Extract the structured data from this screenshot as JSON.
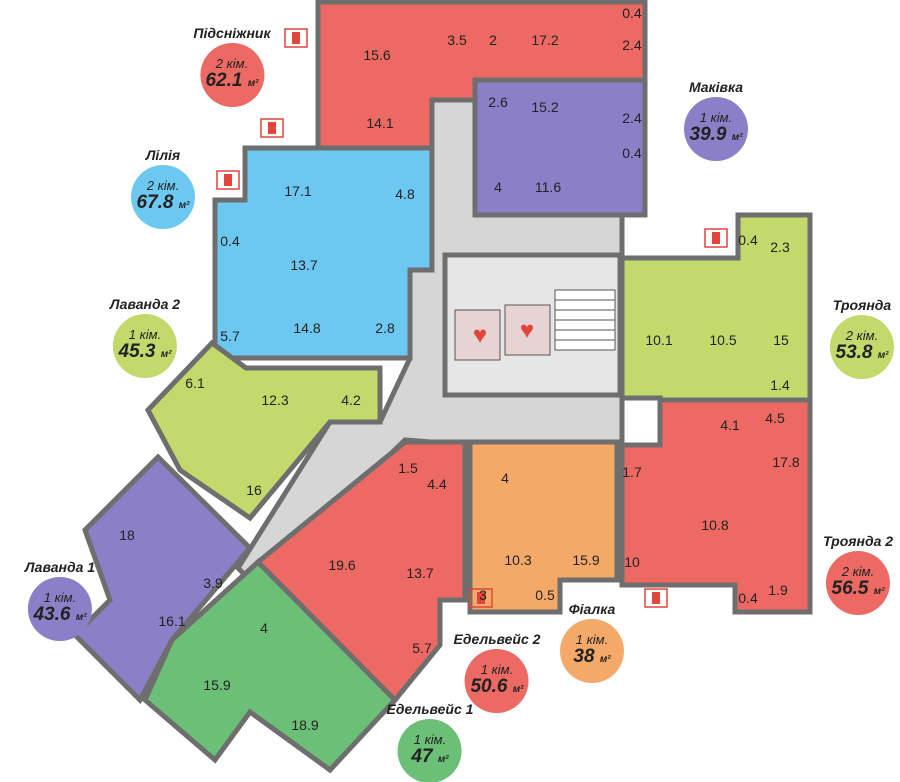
{
  "colors": {
    "red": "#ec6a63",
    "purple": "#8b7fc7",
    "blue": "#6cc8f0",
    "lime": "#c3d96b",
    "green": "#6bbf76",
    "orange": "#f4a968",
    "corridor": "#d6d6d6",
    "wall": "#6e6e6e"
  },
  "unit": "м²",
  "apartments": [
    {
      "name": "Підсніжник",
      "rooms_label": "2 кім.",
      "area": "62.1",
      "rooms": [
        "15.6",
        "3.5",
        "2",
        "17.2",
        "2.4",
        "0.4",
        "14.1"
      ]
    },
    {
      "name": "Маківка",
      "rooms_label": "1 кім.",
      "area": "39.9",
      "rooms": [
        "15.2",
        "2.6",
        "2.4",
        "0.4",
        "4",
        "11.6"
      ]
    },
    {
      "name": "Лілія",
      "rooms_label": "2 кім.",
      "area": "67.8",
      "rooms": [
        "17.1",
        "4.8",
        "0.4",
        "13.7",
        "5.7",
        "14.8",
        "2.8"
      ]
    },
    {
      "name": "Лаванда 2",
      "rooms_label": "1 кім.",
      "area": "45.3",
      "rooms": [
        "6.1",
        "12.3",
        "4.2",
        "16"
      ]
    },
    {
      "name": "Лаванда 1",
      "rooms_label": "1 кім.",
      "area": "43.6",
      "rooms": [
        "18",
        "3.9",
        "16.1"
      ]
    },
    {
      "name": "Едельвейс 1",
      "rooms_label": "1 кім.",
      "area": "47",
      "rooms": [
        "4",
        "15.9",
        "18.9"
      ]
    },
    {
      "name": "Едельвейс 2",
      "rooms_label": "1 кім.",
      "area": "50.6",
      "rooms": [
        "1.5",
        "4.4",
        "19.6",
        "13.7",
        "5.7"
      ]
    },
    {
      "name": "Фіалка",
      "rooms_label": "1 кім.",
      "area": "38",
      "rooms": [
        "4",
        "10.3",
        "15.9",
        "3",
        "0.5"
      ]
    },
    {
      "name": "Троянда",
      "rooms_label": "2 кім.",
      "area": "53.8",
      "rooms": [
        "0.4",
        "2.3",
        "10.1",
        "10.5",
        "15",
        "1.4",
        "4.5"
      ]
    },
    {
      "name": "Троянда 2",
      "rooms_label": "2 кім.",
      "area": "56.5",
      "rooms": [
        "4.1",
        "1.7",
        "17.8",
        "10.8",
        "10",
        "0.4",
        "1.9"
      ]
    }
  ],
  "icons": {
    "window": "window-icon",
    "elevator": "heart-elevator-icon"
  }
}
